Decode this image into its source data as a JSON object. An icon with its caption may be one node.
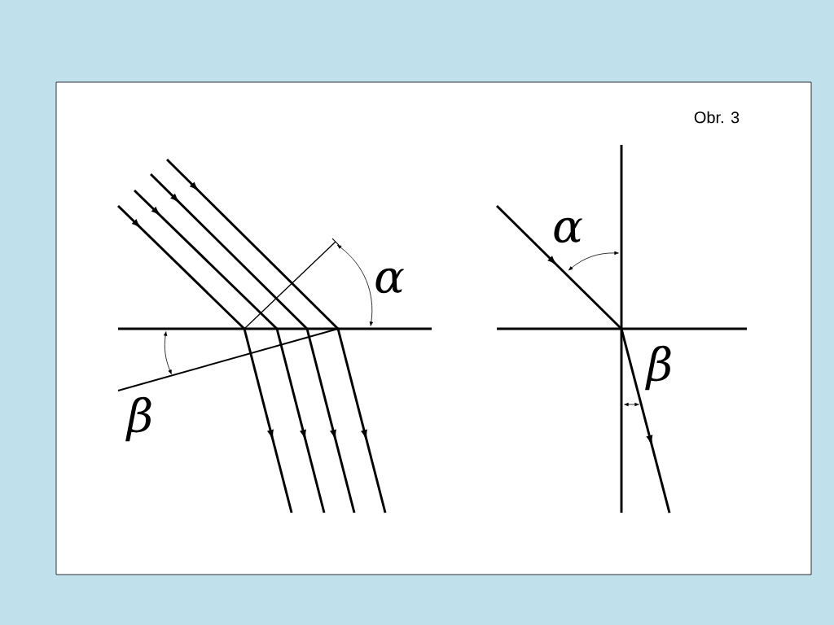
{
  "diagram": {
    "labels": [
      "Obr. 3",
      "α",
      "α",
      "β",
      "β"
    ]
  }
}
